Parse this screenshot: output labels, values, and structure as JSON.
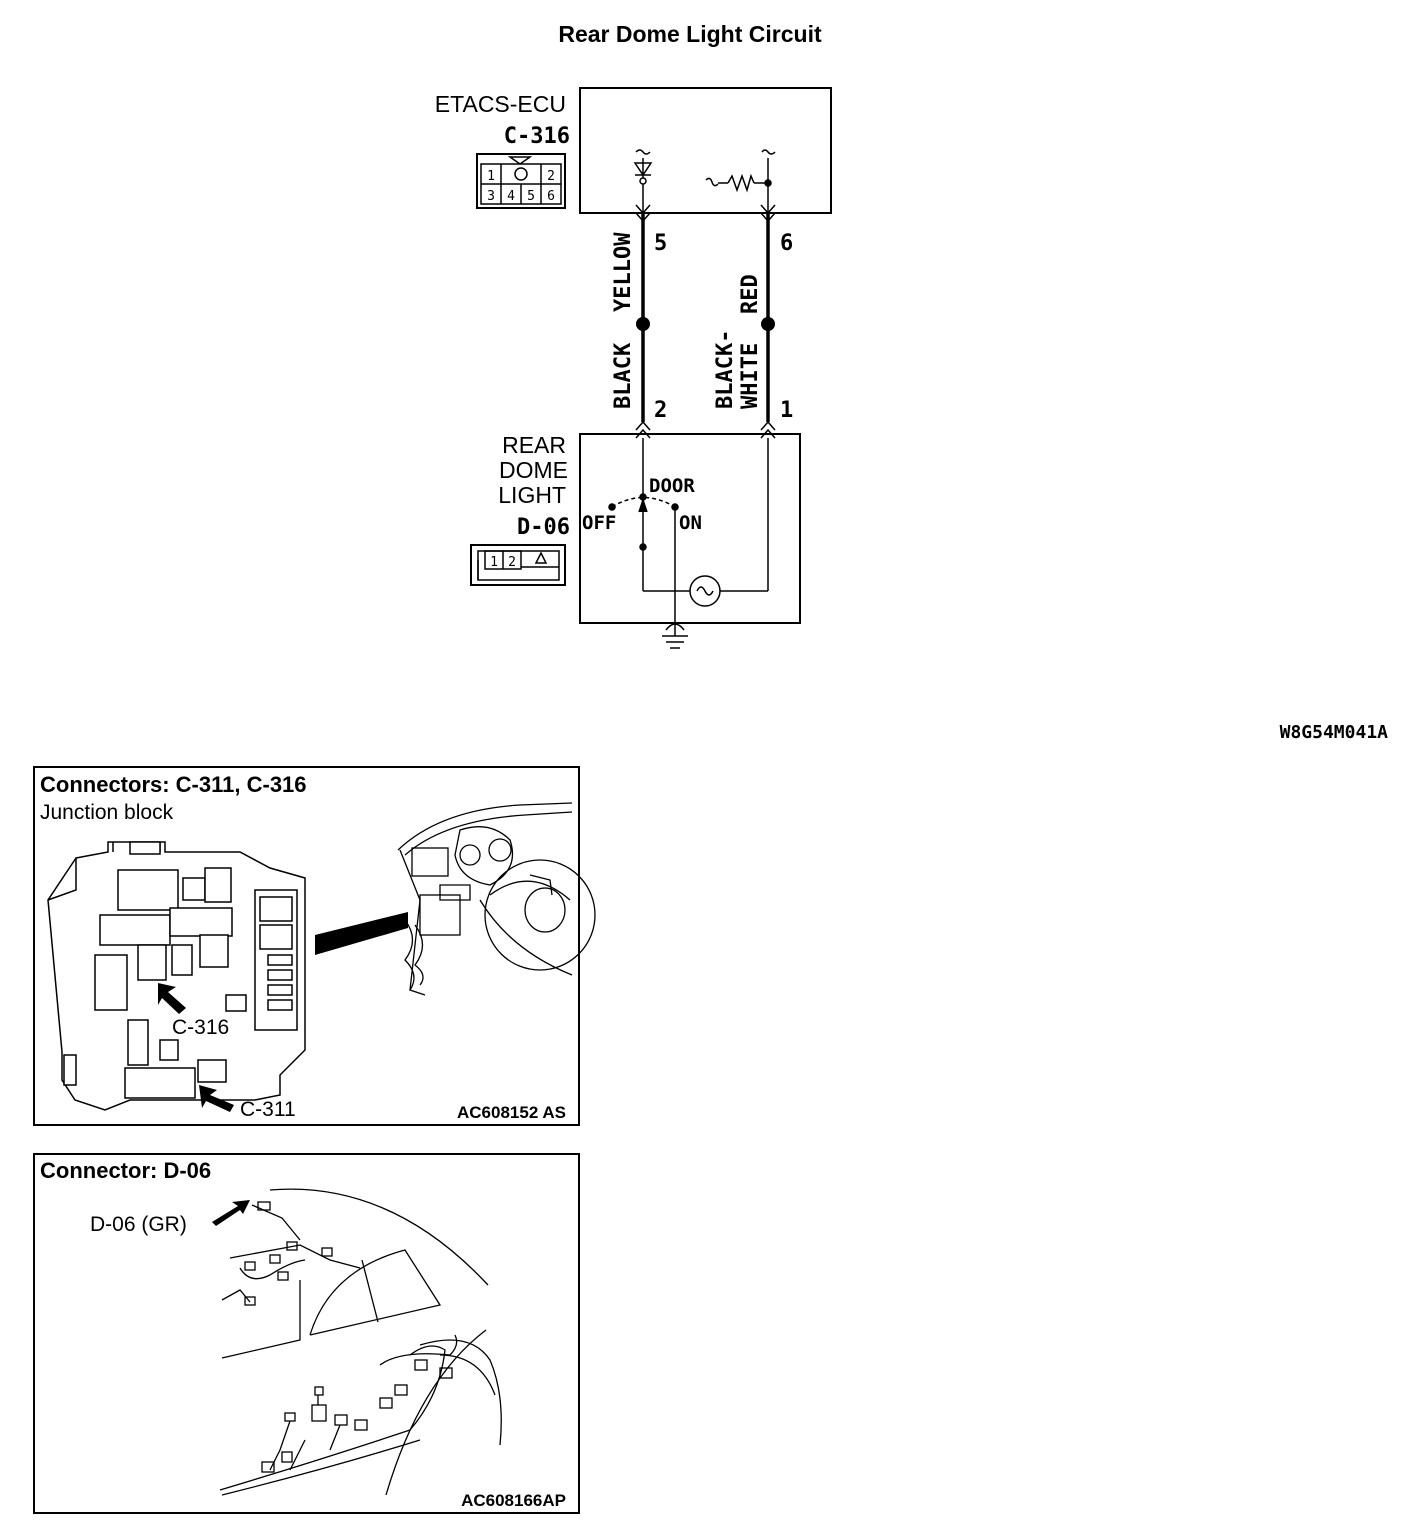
{
  "diagram": {
    "title": "Rear Dome Light Circuit",
    "figure_code": "W8G54M041A"
  },
  "ecu": {
    "name": "ETACS-ECU",
    "connector": "C-316",
    "pins": [
      "1",
      "2",
      "3",
      "4",
      "5",
      "6"
    ]
  },
  "wires": {
    "left": {
      "pin_top": "5",
      "pin_bottom": "2",
      "color_top": "YELLOW",
      "color_bottom": "BLACK"
    },
    "right": {
      "pin_top": "6",
      "pin_bottom": "1",
      "color_top": "RED",
      "color_bottom_line1": "BLACK-",
      "color_bottom_line2": "WHITE"
    }
  },
  "dome": {
    "name_line1": "REAR",
    "name_line2": "DOME",
    "name_line3": "LIGHT",
    "connector": "D-06",
    "pins": [
      "1",
      "2"
    ],
    "switch_door": "DOOR",
    "switch_off": "OFF",
    "switch_on": "ON"
  },
  "panel1": {
    "title": "Connectors: C-311, C-316",
    "subtitle": "Junction block",
    "callout_c316": "C-316",
    "callout_c311": "C-311",
    "code": "AC608152 AS"
  },
  "panel2": {
    "title": "Connector: D-06",
    "callout": "D-06 (GR)",
    "code": "AC608166AP"
  }
}
